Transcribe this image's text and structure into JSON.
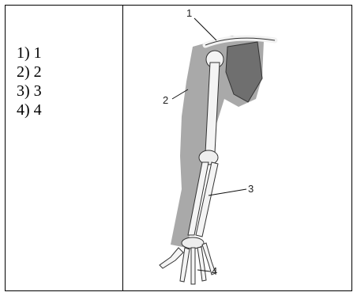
{
  "answer_options": [
    {
      "num": "1)",
      "value": "1"
    },
    {
      "num": "2)",
      "value": "2"
    },
    {
      "num": "3)",
      "value": "3"
    },
    {
      "num": "4)",
      "value": "4"
    }
  ],
  "figure": {
    "subject": "human-arm-skeleton",
    "callouts": [
      "1",
      "2",
      "3",
      "4"
    ]
  }
}
